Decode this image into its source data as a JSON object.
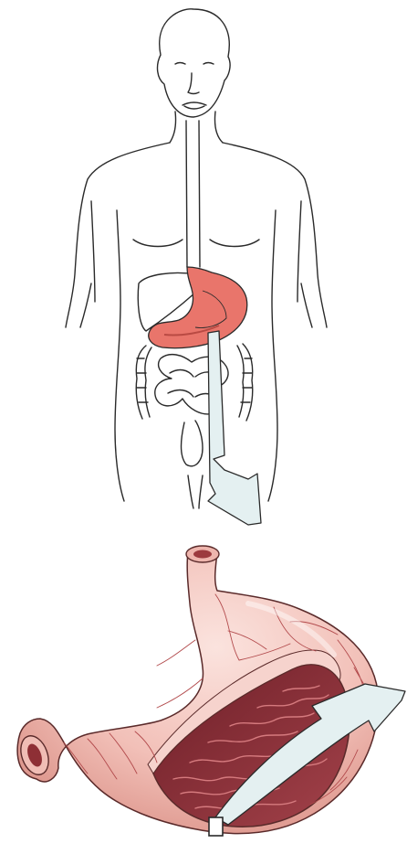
{
  "figure": {
    "labels": [],
    "colors": {
      "outline": "#2a2a2a",
      "background": "#ffffff",
      "stomach_highlight": "#e9756b",
      "stomach_tissue": "#f3c4be",
      "stomach_shadow": "#d9897f",
      "mucosa": "#8e2f35",
      "arrow_fill": "#e4f0f1",
      "vessel": "#b24a4c"
    },
    "icons": [
      "human-torso-outline",
      "digestive-tract",
      "stomach",
      "zoom-arrow",
      "stomach-cutaway",
      "tissue-sample-marker"
    ]
  }
}
